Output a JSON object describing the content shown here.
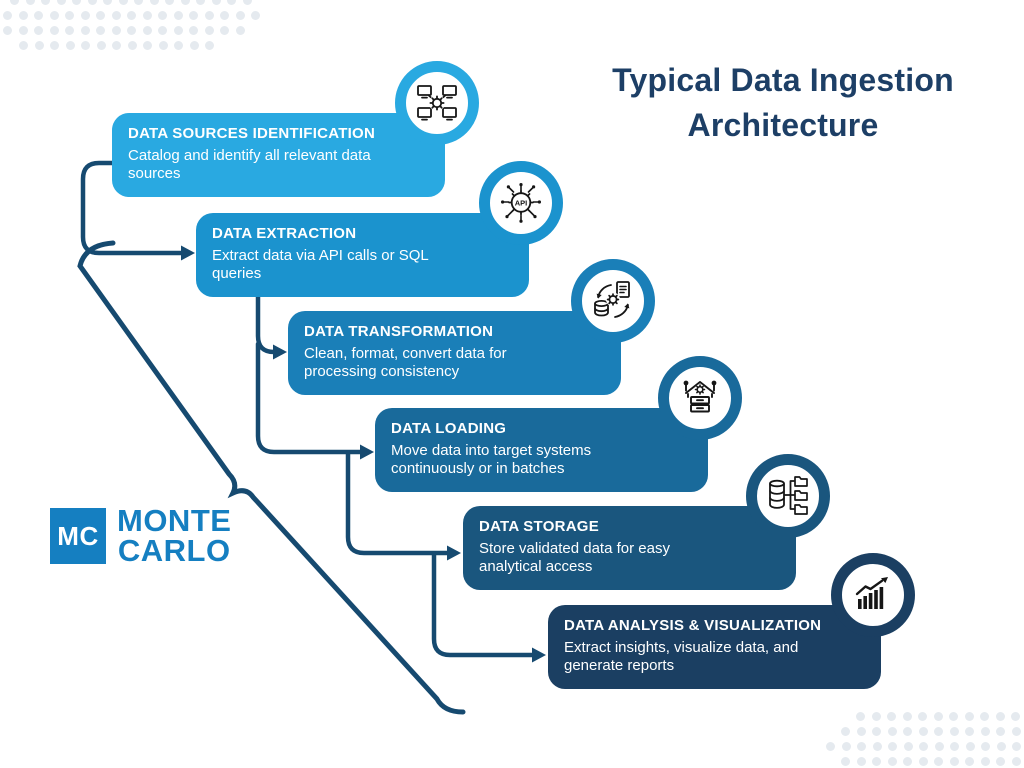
{
  "header": {
    "title_line1": "Typical Data Ingestion",
    "title_line2": "Architecture"
  },
  "logo": {
    "badge": "MC",
    "name_line1": "MONTE",
    "name_line2": "CARLO"
  },
  "steps": [
    {
      "title": "DATA SOURCES IDENTIFICATION",
      "description": "Catalog and identify all relevant data sources",
      "color": "#29a9e1",
      "icon": "network-nodes-icon"
    },
    {
      "title": "DATA EXTRACTION",
      "description": "Extract data via API calls or SQL queries",
      "color": "#1b93ce",
      "icon": "api-gear-icon",
      "icon_label": "API"
    },
    {
      "title": "DATA TRANSFORMATION",
      "description": "Clean, format, convert data for processing consistency",
      "color": "#1a7fb8",
      "icon": "transform-cycle-icon"
    },
    {
      "title": "DATA LOADING",
      "description": "Move data into target systems continuously or in batches",
      "color": "#196a9b",
      "icon": "data-warehouse-icon"
    },
    {
      "title": "DATA STORAGE",
      "description": "Store validated data for easy analytical access",
      "color": "#1a567e",
      "icon": "database-folders-icon"
    },
    {
      "title": "DATA ANALYSIS & VISUALIZATION",
      "description": "Extract insights, visualize data, and generate reports",
      "color": "#1b3f62",
      "icon": "bar-chart-growth-icon"
    }
  ],
  "colors": {
    "connector": "#164a70",
    "title_text": "#1d3f66",
    "logo_blue": "#157fc1",
    "dot": "#e5eaef",
    "card_text": "#ffffff",
    "icon_ink": "#161616"
  }
}
